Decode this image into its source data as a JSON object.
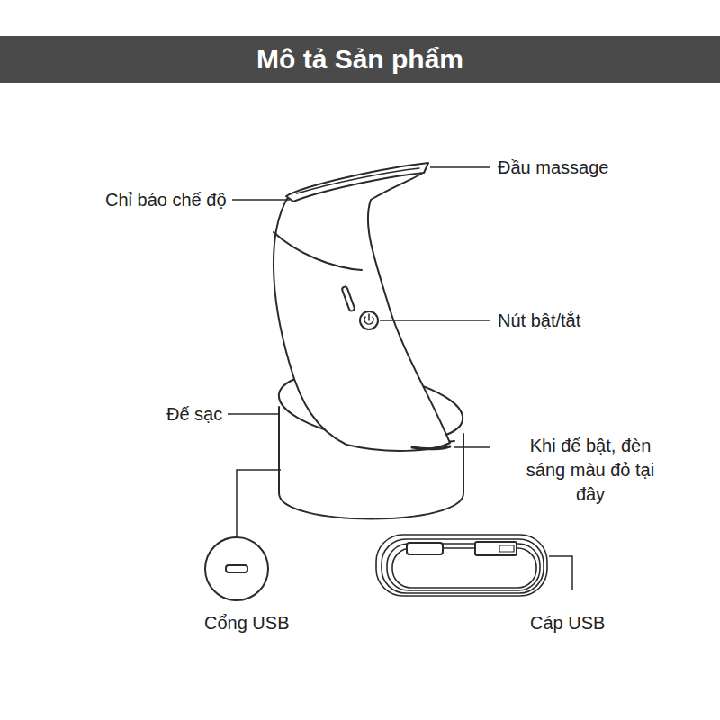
{
  "diagram": {
    "title": "Mô tả Sản phẩm",
    "labels": [
      "Đầu massage",
      "Chỉ báo chế độ",
      "Nút bật/tắt",
      "Đế sạc",
      "Khi đế bật, đèn sáng màu đỏ tại đây",
      "Cổng USB",
      "Cáp USB"
    ]
  }
}
